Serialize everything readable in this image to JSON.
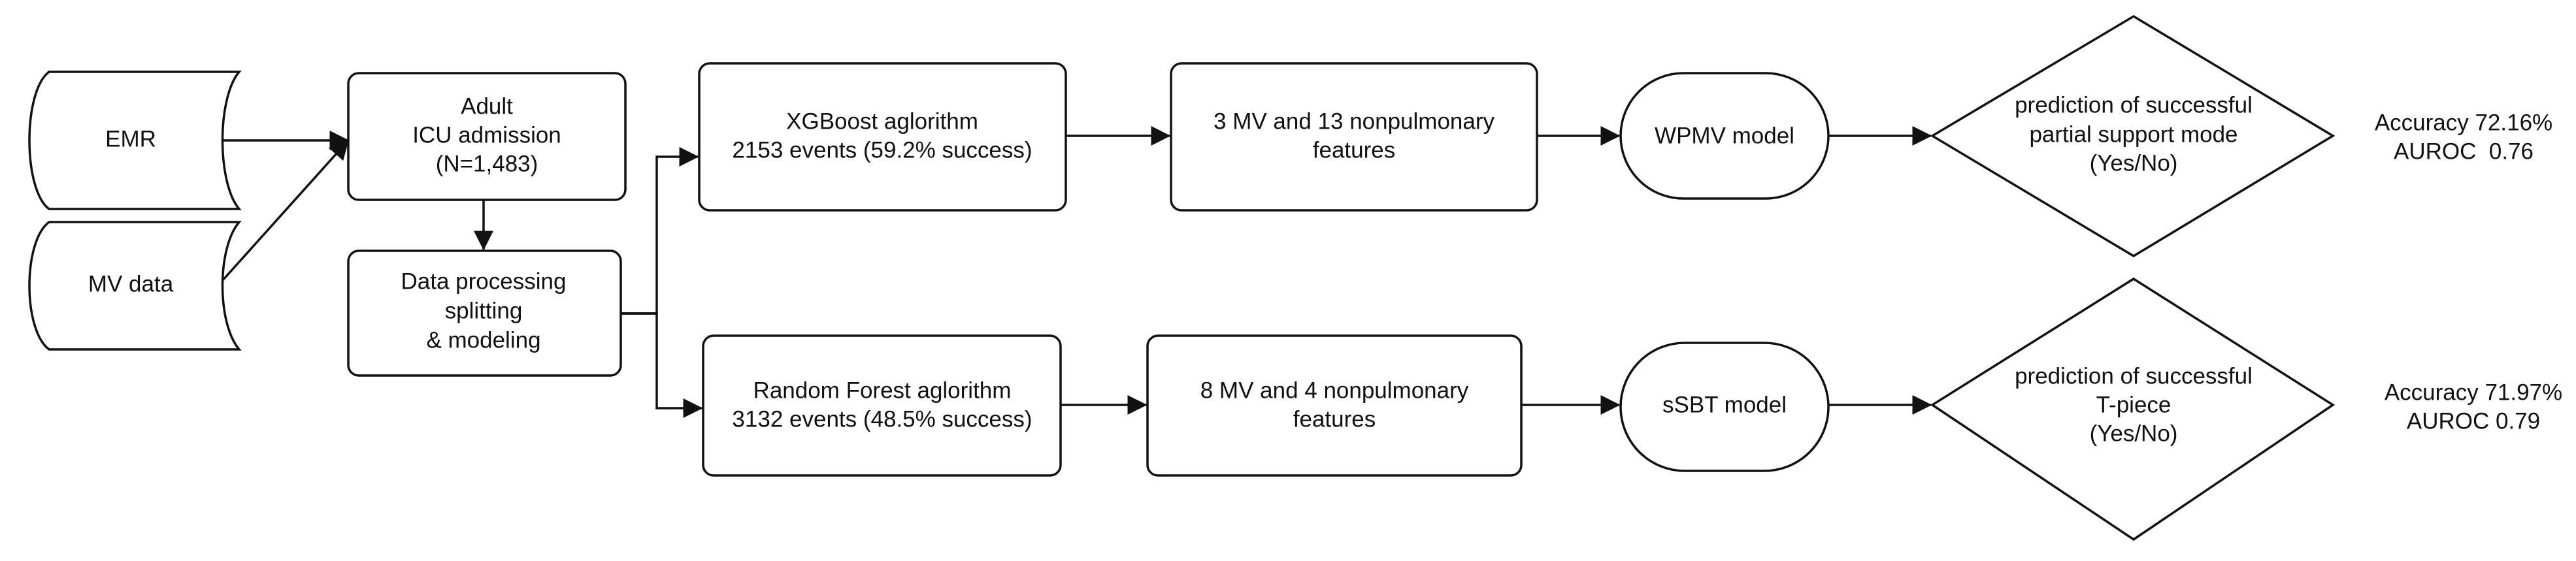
{
  "sources": {
    "emr": "EMR",
    "mv_data": "MV data"
  },
  "admission": {
    "line1": "Adult",
    "line2": "ICU admission",
    "line3": "(N=1,483)"
  },
  "processing": {
    "line1": "Data processing",
    "line2": "splitting",
    "line3": "& modeling"
  },
  "top_branch": {
    "algorithm_line1": "XGBoost aglorithm",
    "algorithm_line2": "2153 events (59.2% success)",
    "features_line1": "3 MV and 13 nonpulmonary",
    "features_line2": "features",
    "model": "WPMV model",
    "decision_line1": "prediction of successful",
    "decision_line2": "partial support mode",
    "decision_line3": "(Yes/No)",
    "metric_line1": "Accuracy 72.16%",
    "metric_line2": "AUROC  0.76"
  },
  "bottom_branch": {
    "algorithm_line1": "Random Forest aglorithm",
    "algorithm_line2": "3132 events (48.5% success)",
    "features_line1": "8 MV and 4 nonpulmonary",
    "features_line2": "features",
    "model": "sSBT model",
    "decision_line1": "prediction of successful",
    "decision_line2": "T-piece",
    "decision_line3": "(Yes/No)",
    "metric_line1": "Accuracy 71.97%",
    "metric_line2": "AUROC 0.79"
  }
}
